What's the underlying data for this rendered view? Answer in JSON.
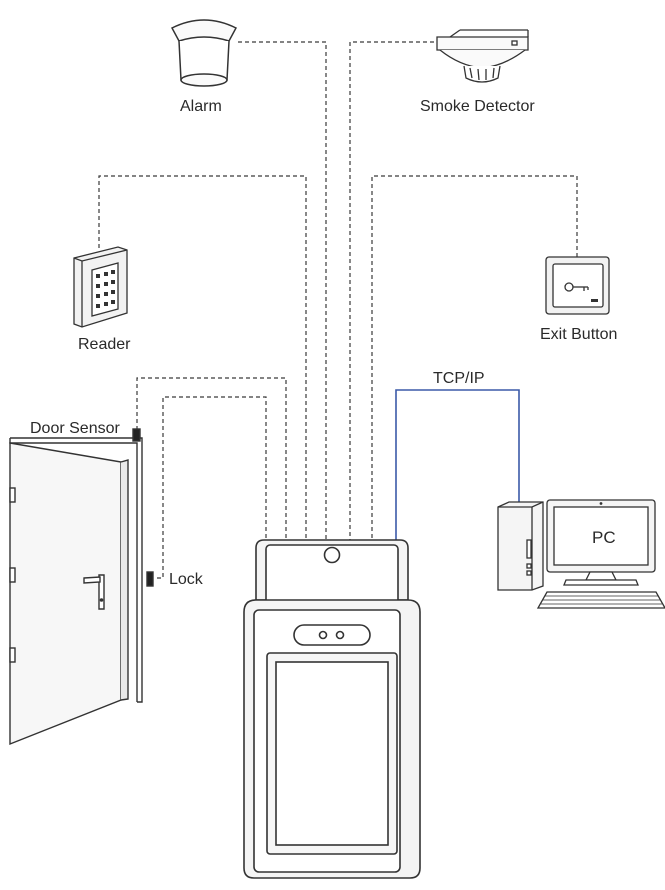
{
  "labels": {
    "alarm": "Alarm",
    "smoke_detector": "Smoke Detector",
    "reader": "Reader",
    "exit_button": "Exit Button",
    "tcp_ip": "TCP/IP",
    "door_sensor": "Door Sensor",
    "lock": "Lock",
    "pc": "PC"
  },
  "colors": {
    "line": "#3a3a3a",
    "network_line": "#3b5aa8",
    "device_fill": "#f4f4f4",
    "screen_fill": "#e8e8e8"
  },
  "icons": [
    "alarm-icon",
    "smoke-detector-icon",
    "card-reader-icon",
    "exit-button-icon",
    "door-icon",
    "terminal-device-icon",
    "computer-icon"
  ]
}
